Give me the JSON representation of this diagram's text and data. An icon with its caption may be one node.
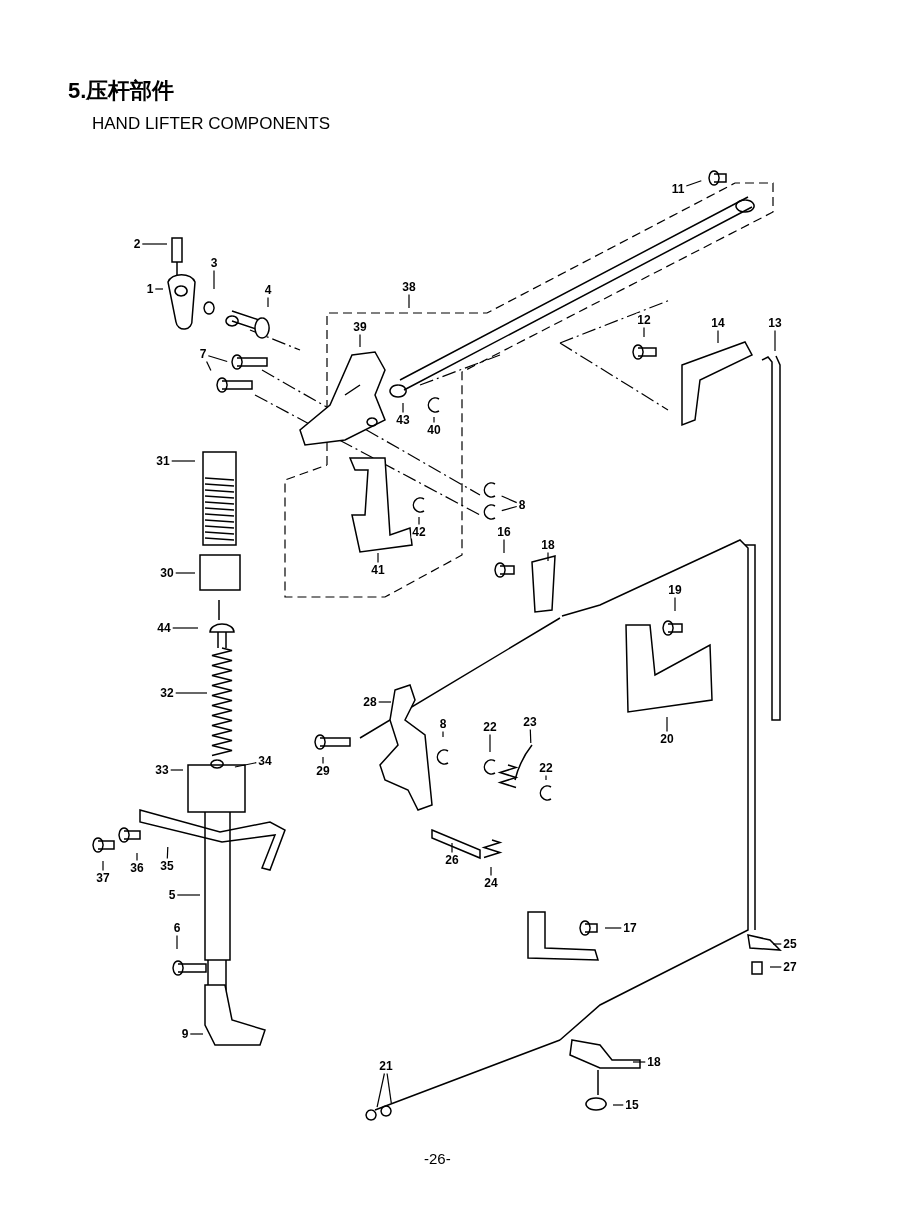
{
  "diagram": {
    "title": "5.压杆部件",
    "nodes": [
      {
        "text": [
          "11"
        ]
      },
      {
        "text": [
          "2"
        ]
      },
      {
        "text": [
          "3"
        ]
      },
      {
        "text": [
          "1"
        ]
      },
      {
        "text": [
          "4"
        ]
      },
      {
        "text": [
          "38"
        ]
      },
      {
        "text": [
          "12"
        ]
      },
      {
        "text": [
          "14"
        ]
      },
      {
        "text": [
          "13"
        ]
      },
      {
        "text": [
          "39"
        ]
      },
      {
        "text": [
          "7"
        ]
      },
      {
        "text": [
          "43"
        ]
      },
      {
        "text": [
          "40"
        ]
      },
      {
        "text": [
          "31"
        ]
      },
      {
        "text": [
          "8"
        ]
      },
      {
        "text": [
          "42"
        ]
      },
      {
        "text": [
          "18"
        ]
      },
      {
        "text": [
          "16"
        ]
      },
      {
        "text": [
          "41"
        ]
      },
      {
        "text": [
          "30"
        ]
      },
      {
        "text": [
          "19"
        ]
      },
      {
        "text": [
          "44"
        ]
      },
      {
        "text": [
          "32"
        ]
      },
      {
        "text": [
          "28"
        ]
      },
      {
        "text": [
          "23"
        ]
      },
      {
        "text": [
          "8"
        ]
      },
      {
        "text": [
          "22"
        ]
      },
      {
        "text": [
          "20"
        ]
      },
      {
        "text": [
          "34"
        ]
      },
      {
        "text": [
          "33"
        ]
      },
      {
        "text": [
          "22"
        ]
      },
      {
        "text": [
          "29"
        ]
      },
      {
        "text": [
          "26"
        ]
      },
      {
        "text": [
          "35"
        ]
      },
      {
        "text": [
          "36"
        ]
      },
      {
        "text": [
          "37"
        ]
      },
      {
        "text": [
          "24"
        ]
      },
      {
        "text": [
          "5"
        ]
      },
      {
        "text": [
          "17"
        ]
      },
      {
        "text": [
          "25"
        ]
      },
      {
        "text": [
          "6"
        ]
      },
      {
        "text": [
          "27"
        ]
      },
      {
        "text": [
          "9"
        ]
      },
      {
        "text": [
          "18"
        ]
      },
      {
        "text": [
          "21"
        ]
      },
      {
        "text": [
          "15"
        ]
      }
    ],
    "edges": [
      {
        "from": 0,
        "to": null,
        "arrow": "none"
      },
      {
        "from": 1,
        "to": null,
        "arrow": "none"
      },
      {
        "from": 2,
        "to": null,
        "arrow": "none"
      },
      {
        "from": 3,
        "to": null,
        "arrow": "none"
      },
      {
        "from": 4,
        "to": null,
        "arrow": "none"
      },
      {
        "from": 5,
        "to": null,
        "arrow": "none"
      },
      {
        "from": 6,
        "to": null,
        "arrow": "none"
      },
      {
        "from": 7,
        "to": null,
        "arrow": "none"
      },
      {
        "from": 8,
        "to": null,
        "arrow": "none"
      },
      {
        "from": 9,
        "to": null,
        "arrow": "none"
      },
      {
        "from": 10,
        "to": null,
        "arrow": "none"
      },
      {
        "from": 10,
        "to": null,
        "arrow": "none"
      },
      {
        "from": 11,
        "to": null,
        "arrow": "none"
      },
      {
        "from": 12,
        "to": null,
        "arrow": "none"
      },
      {
        "from": 13,
        "to": null,
        "arrow": "none"
      },
      {
        "from": 14,
        "to": null,
        "arrow": "none"
      },
      {
        "from": 14,
        "to": null,
        "arrow": "none"
      },
      {
        "from": 15,
        "to": null,
        "arrow": "none"
      },
      {
        "from": 16,
        "to": null,
        "arrow": "none"
      },
      {
        "from": 17,
        "to": null,
        "arrow": "none"
      },
      {
        "from": 18,
        "to": null,
        "arrow": "none"
      },
      {
        "from": 19,
        "to": null,
        "arrow": "none"
      },
      {
        "from": 20,
        "to": null,
        "arrow": "none"
      },
      {
        "from": 21,
        "to": null,
        "arrow": "none"
      },
      {
        "from": 22,
        "to": null,
        "arrow": "none"
      },
      {
        "from": 23,
        "to": null,
        "arrow": "none"
      },
      {
        "from": 24,
        "to": null,
        "arrow": "none"
      },
      {
        "from": 25,
        "to": null,
        "arrow": "none"
      },
      {
        "from": 26,
        "to": null,
        "arrow": "none"
      },
      {
        "from": 27,
        "to": null,
        "arrow": "none"
      },
      {
        "from": 28,
        "to": null,
        "arrow": "none"
      },
      {
        "from": 29,
        "to": null,
        "arrow": "none"
      },
      {
        "from": 30,
        "to": null,
        "arrow": "none"
      },
      {
        "from": 31,
        "to": null,
        "arrow": "none"
      },
      {
        "from": 32,
        "to": null,
        "arrow": "none"
      },
      {
        "from": 33,
        "to": null,
        "arrow": "none"
      },
      {
        "from": 34,
        "to": null,
        "arrow": "none"
      },
      {
        "from": 35,
        "to": null,
        "arrow": "none"
      },
      {
        "from": 36,
        "to": null,
        "arrow": "none"
      },
      {
        "from": 37,
        "to": null,
        "arrow": "none"
      },
      {
        "from": 38,
        "to": null,
        "arrow": "none"
      },
      {
        "from": 39,
        "to": null,
        "arrow": "none"
      },
      {
        "from": 40,
        "to": null,
        "arrow": "none"
      },
      {
        "from": 41,
        "to": null,
        "arrow": "none"
      },
      {
        "from": 42,
        "to": null,
        "arrow": "none"
      },
      {
        "from": 43,
        "to": null,
        "arrow": "none"
      },
      {
        "from": 44,
        "to": null,
        "arrow": "none"
      },
      {
        "from": 44,
        "to": null,
        "arrow": "none"
      },
      {
        "from": 45,
        "to": null,
        "arrow": "none"
      }
    ],
    "labels": [
      "HAND LIFTER COMPONENTS",
      "-26-"
    ]
  }
}
